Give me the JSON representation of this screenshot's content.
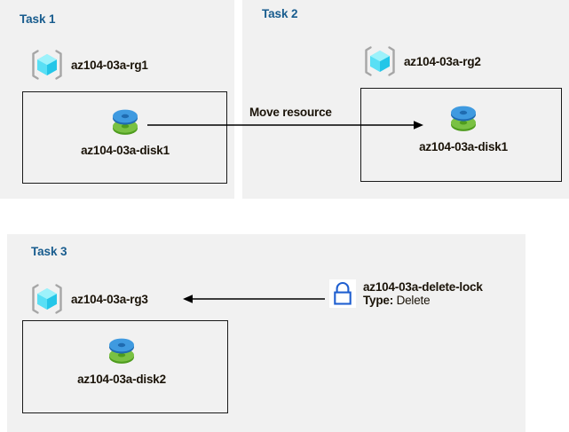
{
  "diagram": {
    "title": "Azure resource group, move resource, and delete lock diagram",
    "colors": {
      "panel_background": "#f1f1f1",
      "page_background": "#ffffff",
      "task_heading": "#185c8e",
      "label_text": "#1a1308",
      "box_border": "#1a1a1a",
      "arrow": "#000000",
      "lock_blue": "#1f5fd0",
      "disk_blue": "#3a8fdc",
      "disk_green": "#6eb52a",
      "cube_cyan": "#5fe0f5",
      "bracket_gray": "#a6a6a6"
    }
  },
  "tasks": [
    {
      "id": "task1",
      "title": "Task 1",
      "resource_group": {
        "icon": "resource-group-icon",
        "label": "az104-03a-rg1"
      },
      "resource": {
        "icon": "managed-disk-icon",
        "label": "az104-03a-disk1"
      }
    },
    {
      "id": "task2",
      "title": "Task 2",
      "resource_group": {
        "icon": "resource-group-icon",
        "label": "az104-03a-rg2"
      },
      "resource": {
        "icon": "managed-disk-icon",
        "label": "az104-03a-disk1"
      }
    },
    {
      "id": "task3",
      "title": "Task 3",
      "resource_group": {
        "icon": "resource-group-icon",
        "label": "az104-03a-rg3"
      },
      "resource": {
        "icon": "managed-disk-icon",
        "label": "az104-03a-disk2"
      }
    }
  ],
  "connectors": {
    "move": {
      "caption": "Move resource",
      "direction": "left-to-right",
      "from": "az104-03a-disk1 (Task 1)",
      "to": "az104-03a-disk1 (Task 2)"
    },
    "lock": {
      "caption": "",
      "direction": "right-to-left",
      "from": "az104-03a-delete-lock",
      "to": "az104-03a-rg3"
    }
  },
  "lock": {
    "icon": "padlock-icon",
    "name": "az104-03a-delete-lock",
    "type_key": "Type:",
    "type_value": "Delete"
  }
}
